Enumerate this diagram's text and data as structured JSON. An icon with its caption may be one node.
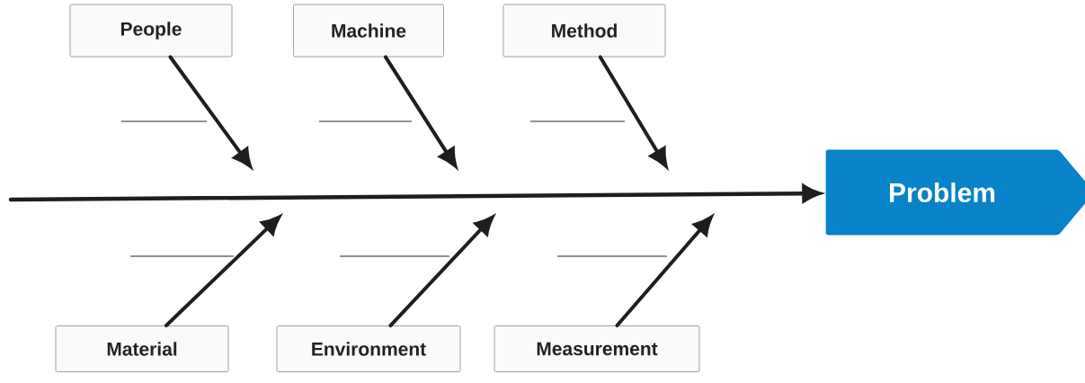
{
  "diagram": {
    "nodes": [
      {
        "text": [
          "People"
        ]
      },
      {
        "text": [
          "Machine"
        ]
      },
      {
        "text": [
          "Method"
        ]
      },
      {
        "text": [
          "Material"
        ]
      },
      {
        "text": [
          "Environment"
        ]
      },
      {
        "text": [
          "Measurement"
        ]
      },
      {
        "text": [
          "Problem"
        ]
      }
    ],
    "edges": [
      {
        "from": null,
        "to": 6,
        "arrow": "to"
      },
      {
        "from": 0,
        "to": null,
        "arrow": "to"
      },
      {
        "from": 1,
        "to": null,
        "arrow": "to"
      },
      {
        "from": 2,
        "to": null,
        "arrow": "to"
      },
      {
        "from": 3,
        "to": null,
        "arrow": "to"
      },
      {
        "from": 4,
        "to": null,
        "arrow": "to"
      },
      {
        "from": 5,
        "to": null,
        "arrow": "to"
      }
    ]
  }
}
